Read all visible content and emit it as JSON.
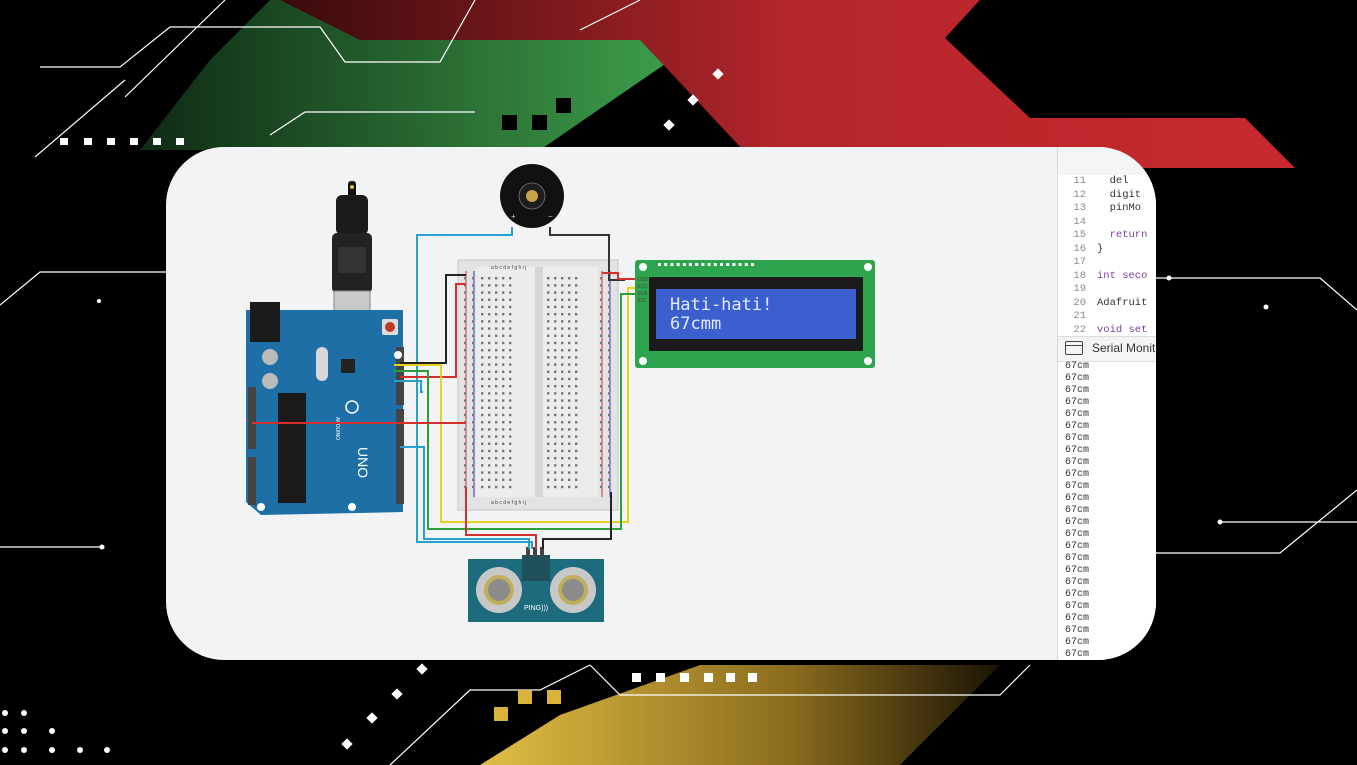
{
  "lcd": {
    "line1": "Hati-hati!",
    "line2": "67cmm"
  },
  "board": {
    "model": "UNO",
    "brand": "ARDUINO"
  },
  "sensor": {
    "label": "PING)))"
  },
  "breadboard": {
    "top_columns": "a b c d e    f g h i j",
    "bottom_columns": "a b c d e    f g h i j"
  },
  "code": {
    "lines": [
      {
        "n": "11",
        "text": "  del"
      },
      {
        "n": "12",
        "text": "  digit"
      },
      {
        "n": "13",
        "text": "  pinMo"
      },
      {
        "n": "14",
        "text": ""
      },
      {
        "n": "15",
        "text": "  return"
      },
      {
        "n": "16",
        "text": "}"
      },
      {
        "n": "17",
        "text": ""
      },
      {
        "n": "18",
        "text": "int seco"
      },
      {
        "n": "19",
        "text": ""
      },
      {
        "n": "20",
        "text": "Adafruit"
      },
      {
        "n": "21",
        "text": ""
      },
      {
        "n": "22",
        "text": "void set"
      }
    ]
  },
  "serial": {
    "title": "Serial Monit",
    "lines": [
      "67cm",
      "67cm",
      "67cm",
      "67cm",
      "67cm",
      "67cm",
      "67cm",
      "67cm",
      "67cm",
      "67cm",
      "67cm",
      "67cm",
      "67cm",
      "67cm",
      "67cm",
      "67cm",
      "67cm",
      "67cm",
      "67cm",
      "67cm",
      "67cm",
      "67cm",
      "67cm",
      "67cm",
      "67cm"
    ]
  },
  "colors": {
    "accent_red": "#b3262b",
    "accent_green": "#2f8a3e",
    "accent_gold": "#d9b43a",
    "arduino_blue": "#1f6fa7",
    "lcd_blue": "#3b5fcf",
    "lcd_green": "#2ea44f"
  }
}
